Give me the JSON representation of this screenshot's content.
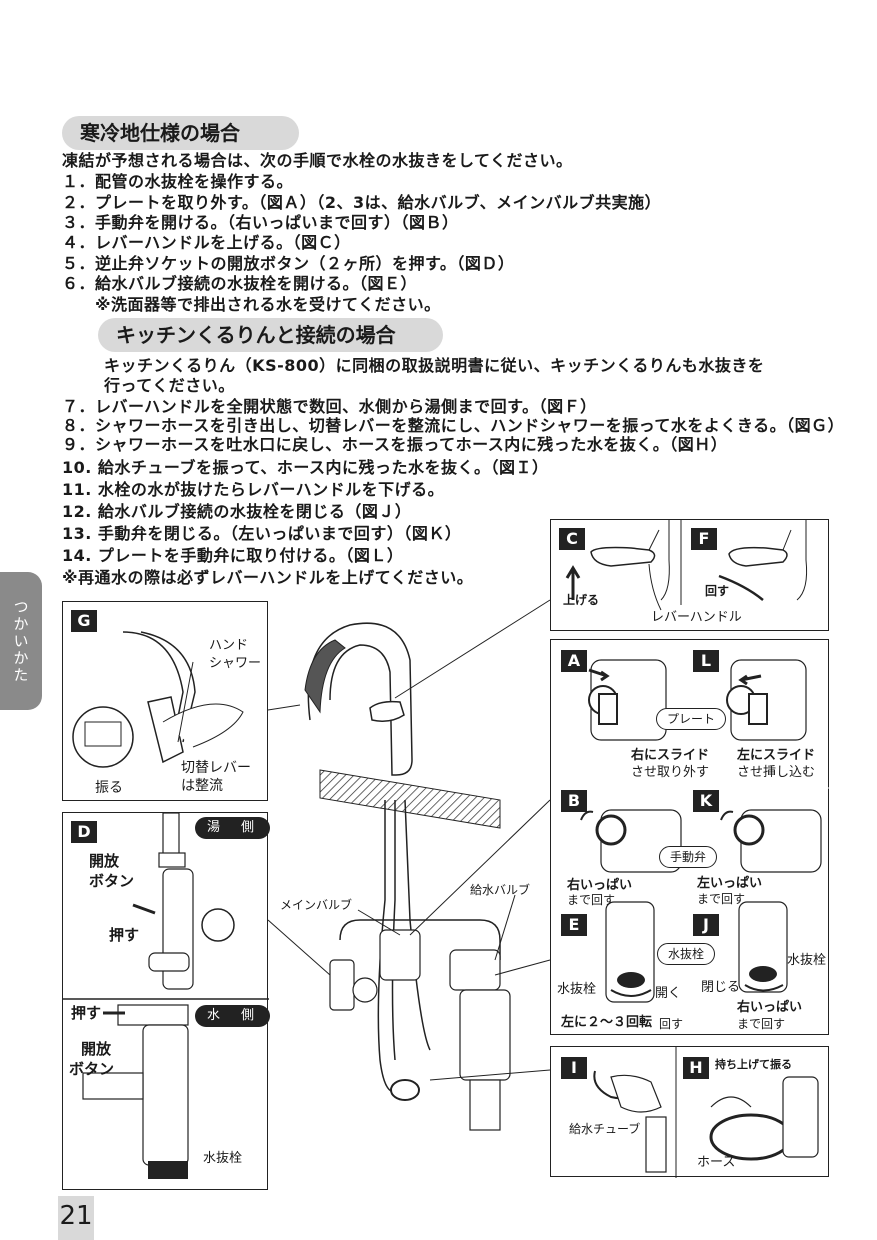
{
  "section1": {
    "title": "寒冷地仕様の場合",
    "lines": [
      "凍結が予想される場合は、次の手順で水栓の水抜きをしてください。",
      "１．配管の水抜栓を操作する。",
      "２．プレートを取り外す。（図Ａ）（2、3は、給水バルブ、メインバルブ共実施）",
      "３．手動弁を開ける。（右いっぱいまで回す）（図Ｂ）",
      "４．レバーハンドルを上げる。（図Ｃ）",
      "５．逆止弁ソケットの開放ボタン（２ヶ所）を押す。（図Ｄ）",
      "６．給水バルブ接続の水抜栓を開ける。（図Ｅ）",
      "　　※洗面器等で排出される水を受けてください。"
    ]
  },
  "section2": {
    "title": "キッチンくるりんと接続の場合",
    "lines": [
      "キッチンくるりん（KS-800）に同梱の取扱説明書に従い、キッチンくるりんも水抜きを",
      "行ってください。",
      "７．レバーハンドルを全開状態で数回、水側から湯側まで回す。（図Ｆ）",
      "８．シャワーホースを引き出し、切替レバーを整流にし、ハンドシャワーを振って水をよくきる。（図Ｇ）",
      "９．シャワーホースを吐水口に戻し、ホースを振ってホース内に残った水を抜く。（図Ｈ）",
      "10. 給水チューブを振って、ホース内に残った水を抜く。（図Ｉ）",
      "11. 水栓の水が抜けたらレバーハンドルを下げる。",
      "12. 給水バルブ接続の水抜栓を閉じる（図Ｊ）",
      "13. 手動弁を閉じる。（左いっぱいまで回す）（図Ｋ）",
      "14. プレートを手動弁に取り付ける。（図Ｌ）",
      "※再通水の際は必ずレバーハンドルを上げてください。"
    ]
  },
  "side_tab": "つかいかた",
  "page_number": "21",
  "figures": {
    "C": {
      "tag": "C",
      "label": "上げる"
    },
    "F": {
      "tag": "F",
      "label": "回す"
    },
    "CF_caption": "レバーハンドル",
    "A": {
      "tag": "A",
      "label1": "右にスライド",
      "label2": "させ取り外す"
    },
    "L": {
      "tag": "L",
      "label1": "左にスライド",
      "label2": "させ挿し込む"
    },
    "plate": "プレート",
    "B": {
      "tag": "B",
      "label1": "右いっぱい",
      "label2": "まで回す"
    },
    "K": {
      "tag": "K",
      "label1": "左いっぱい",
      "label2": "まで回す"
    },
    "manual_valve": "手動弁",
    "E": {
      "tag": "E",
      "drain": "水抜栓",
      "open": "開く",
      "turn": "左に２〜３回転",
      "turn2": "回す"
    },
    "J": {
      "tag": "J",
      "drain": "水抜栓",
      "close": "閉じる",
      "label1": "右いっぱい",
      "label2": "まで回す"
    },
    "drain_plug": "水抜栓",
    "G": {
      "tag": "G",
      "hand1": "ハンド",
      "hand2": "シャワー",
      "lever1": "切替レバー",
      "lever2": "は整流",
      "shake": "振る"
    },
    "D": {
      "tag": "D",
      "hot": "湯　側",
      "cold": "水　側",
      "btn1": "開放",
      "btn2": "ボタン",
      "push": "押す",
      "btn1b": "開放",
      "btn2b": "ボタン",
      "pushb": "押す",
      "drain": "水抜栓"
    },
    "main_valve": "メインバルブ",
    "supply_valve": "給水バルブ",
    "I": {
      "tag": "I",
      "label": "給水チューブ"
    },
    "H": {
      "tag": "H",
      "lift": "持ち上げて振る",
      "hose": "ホース"
    }
  }
}
